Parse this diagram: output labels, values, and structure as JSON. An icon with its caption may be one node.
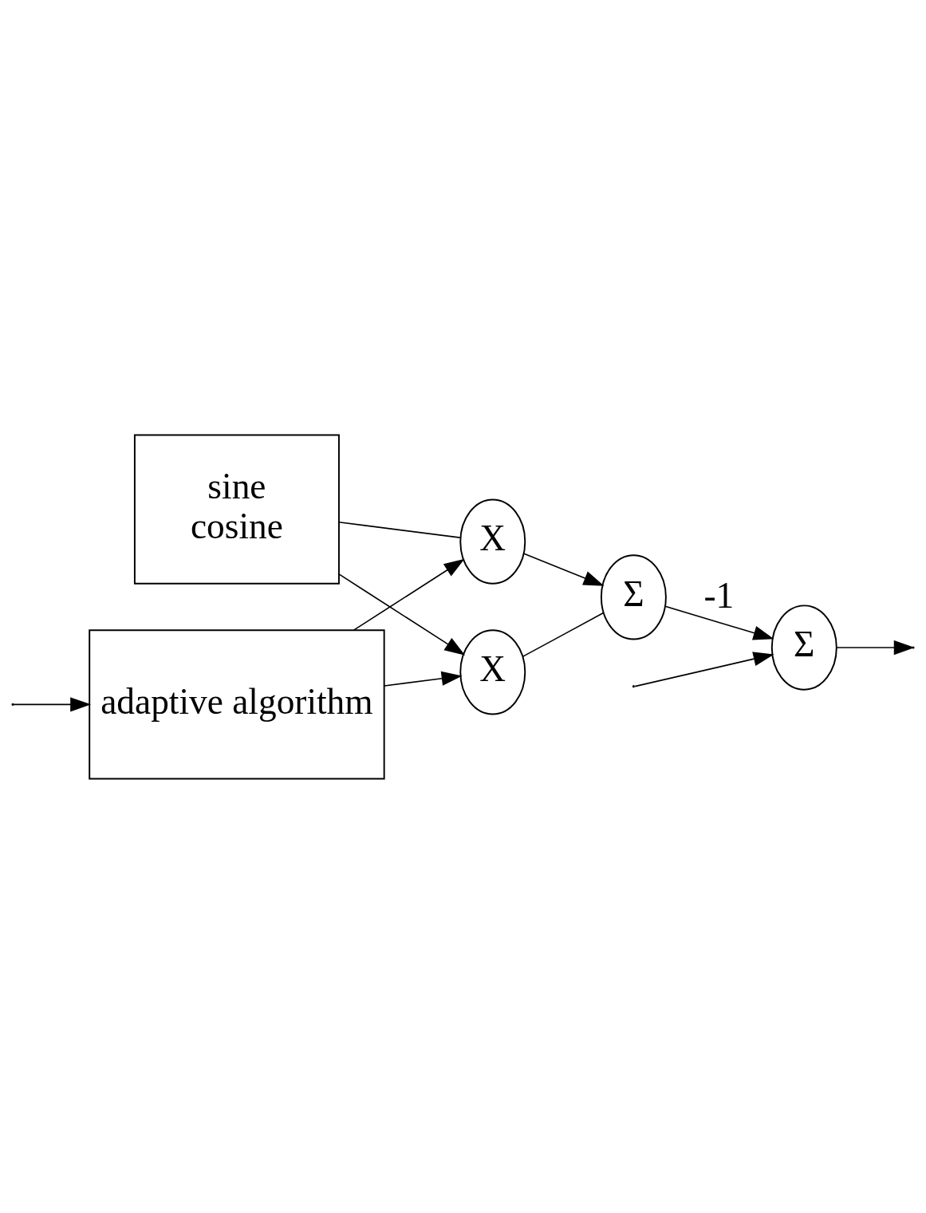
{
  "diagram": {
    "nodes": [
      {
        "text": [
          "Σ"
        ]
      },
      {
        "text": [
          "sine",
          "cosine"
        ]
      },
      {
        "text": [
          "X"
        ]
      },
      {
        "text": [
          "Σ"
        ]
      },
      {
        "text": [
          "X"
        ]
      },
      {
        "text": [
          "adaptive algorithm"
        ]
      }
    ],
    "edges": [
      {
        "from": null,
        "to": 0,
        "arrow": "to"
      },
      {
        "from": 0,
        "to": null,
        "arrow": "to"
      },
      {
        "from": null,
        "to": 5,
        "arrow": "to"
      },
      {
        "from": 1,
        "to": 2,
        "arrow": "none"
      },
      {
        "from": 1,
        "to": 4,
        "arrow": "to"
      },
      {
        "from": 5,
        "to": 2,
        "arrow": "to"
      },
      {
        "from": 5,
        "to": 4,
        "arrow": "to"
      },
      {
        "from": 2,
        "to": 3,
        "arrow": "to"
      },
      {
        "from": 4,
        "to": 3,
        "arrow": "none"
      },
      {
        "from": 3,
        "to": 0,
        "arrow": "to",
        "label": "-1"
      }
    ]
  }
}
